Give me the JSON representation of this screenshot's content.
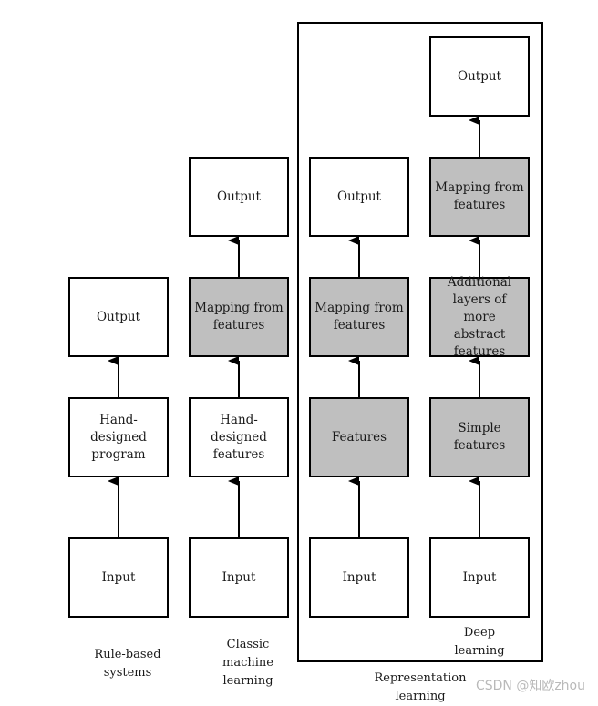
{
  "columns": {
    "rule_based": {
      "output": "Output",
      "program": "Hand-\ndesigned\nprogram",
      "input": "Input",
      "caption": "Rule-based\nsystems"
    },
    "classic_ml": {
      "output": "Output",
      "mapping": "Mapping from\nfeatures",
      "features": "Hand-\ndesigned\nfeatures",
      "input": "Input",
      "caption": "Classic\nmachine\nlearning"
    },
    "representation": {
      "output": "Output",
      "mapping": "Mapping from\nfeatures",
      "features": "Features",
      "input": "Input"
    },
    "deep": {
      "output": "Output",
      "mapping": "Mapping from\nfeatures",
      "additional": "Additional\nlayers of more\nabstract\nfeatures",
      "simple": "Simple\nfeatures",
      "input": "Input",
      "caption": "Deep\nlearning"
    }
  },
  "frame_caption": "Representation\nlearning",
  "watermark": "CSDN @知欧zhou",
  "colors": {
    "learned_fill": "#bfbfbf",
    "border": "#000000"
  }
}
